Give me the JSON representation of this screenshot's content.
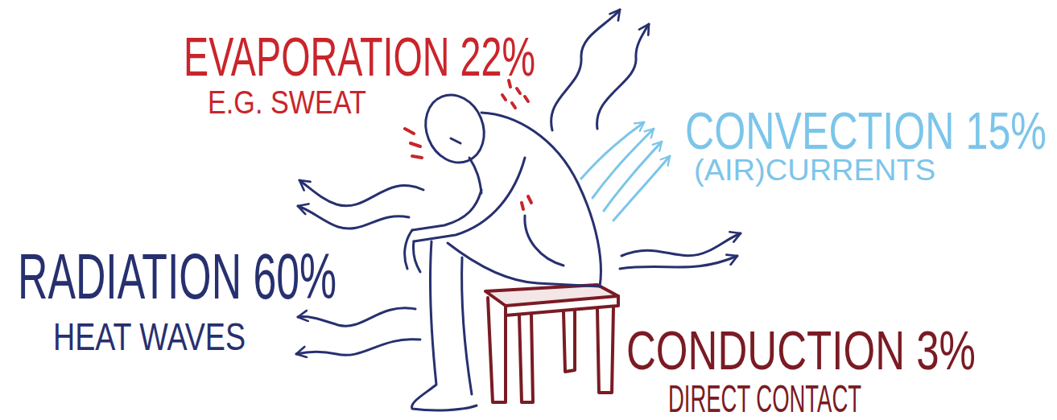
{
  "diagram": {
    "labels": [
      "EVAPORATION 22%",
      "E.G. SWEAT",
      "CONVECTION 15%",
      "(AIR)CURRENTS",
      "RADIATION 60%",
      "HEAT WAVES",
      "CONDUCTION 3%",
      "DIRECT CONTACT"
    ]
  }
}
